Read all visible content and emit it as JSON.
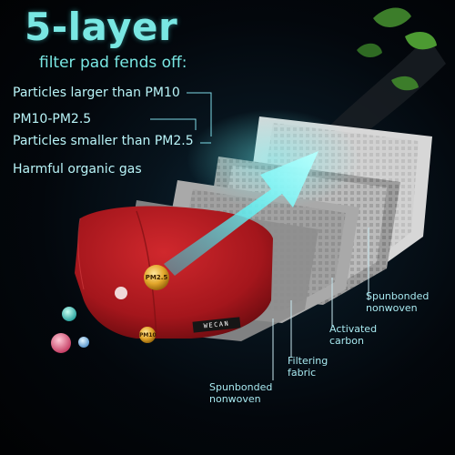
{
  "title": "5-layer",
  "subtitle": "filter pad fends off:",
  "particles": [
    "Particles larger than PM10",
    "PM10-PM2.5",
    "Particles smaller than PM2.5",
    "Harmful organic gas"
  ],
  "layers": [
    {
      "line1": "Spunbonded",
      "line2": "nonwoven"
    },
    {
      "line1": "Activated",
      "line2": "carbon"
    },
    {
      "line1": "Filtering",
      "line2": "fabric"
    },
    {
      "line1": "Spunbonded",
      "line2": "nonwoven"
    }
  ],
  "mask": {
    "brand": "WECAN",
    "badges": [
      "PM2.5",
      "PM10"
    ]
  },
  "colors": {
    "accent_cyan": "#79e7e3",
    "mask_red": "#b31c22",
    "filter_gray": "#cfcfcf",
    "background": "#02050a"
  }
}
